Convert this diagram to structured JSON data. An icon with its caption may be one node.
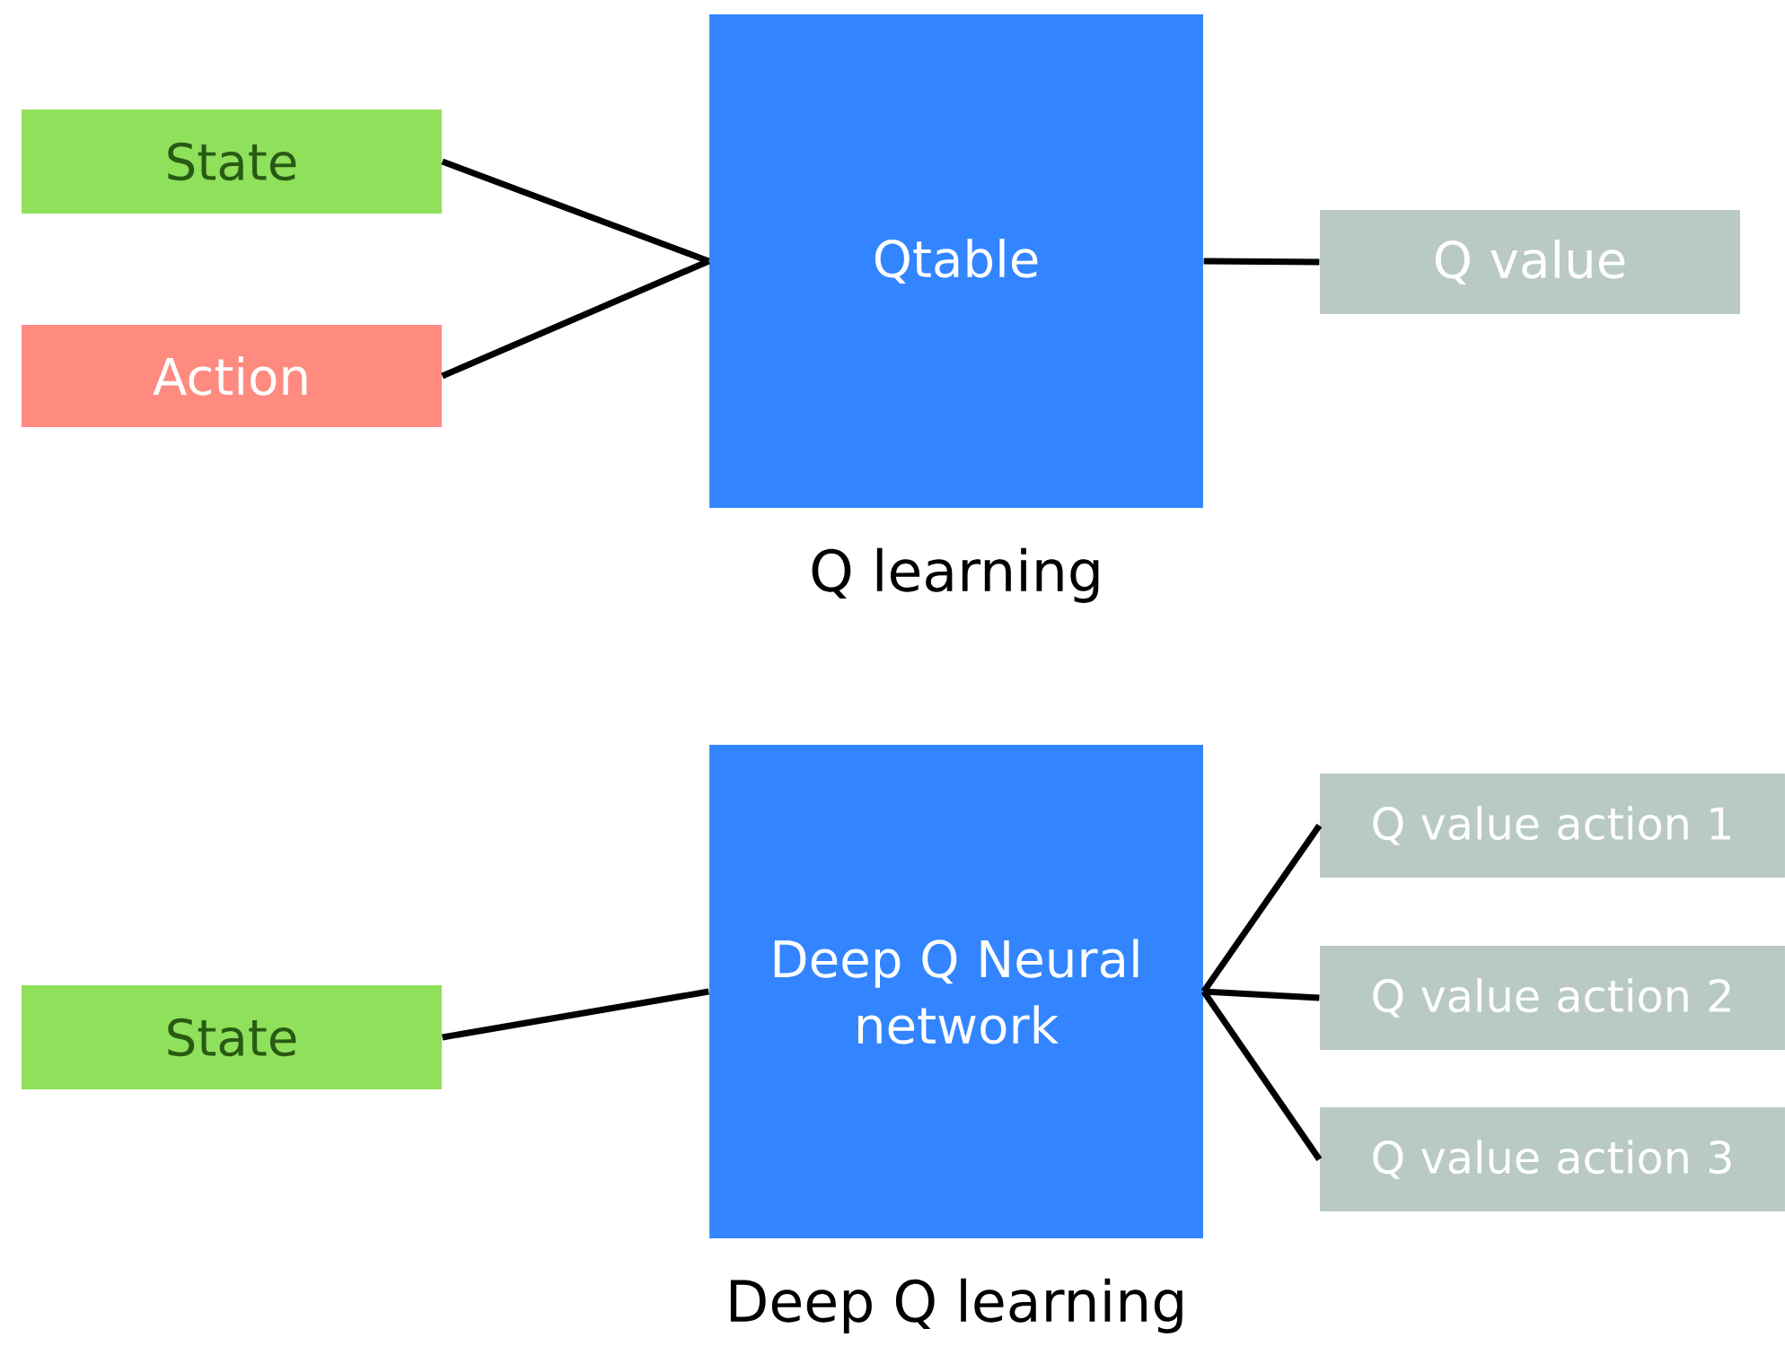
{
  "diagram": {
    "nodes": [
      {
        "text": [
          "State"
        ]
      },
      {
        "text": [
          "Action"
        ]
      },
      {
        "text": [
          "Qtable"
        ],
        "beside": [
          "Q learning"
        ]
      },
      {
        "text": [
          "Q value"
        ]
      },
      {
        "text": [
          "State"
        ]
      },
      {
        "text": [
          "Deep Q Neural network"
        ],
        "beside": [
          "Deep Q learning"
        ]
      },
      {
        "text": [
          "Q value action 1"
        ]
      },
      {
        "text": [
          "Q value action 2"
        ]
      },
      {
        "text": [
          "Q value action 3"
        ]
      }
    ],
    "edges": [
      {
        "from": 0,
        "to": 2,
        "arrow": "none"
      },
      {
        "from": 1,
        "to": 2,
        "arrow": "none"
      },
      {
        "from": 2,
        "to": 3,
        "arrow": "none"
      },
      {
        "from": 4,
        "to": 5,
        "arrow": "none"
      },
      {
        "from": 5,
        "to": 6,
        "arrow": "none"
      },
      {
        "from": 5,
        "to": 7,
        "arrow": "none"
      },
      {
        "from": 5,
        "to": 8,
        "arrow": "none"
      }
    ]
  }
}
